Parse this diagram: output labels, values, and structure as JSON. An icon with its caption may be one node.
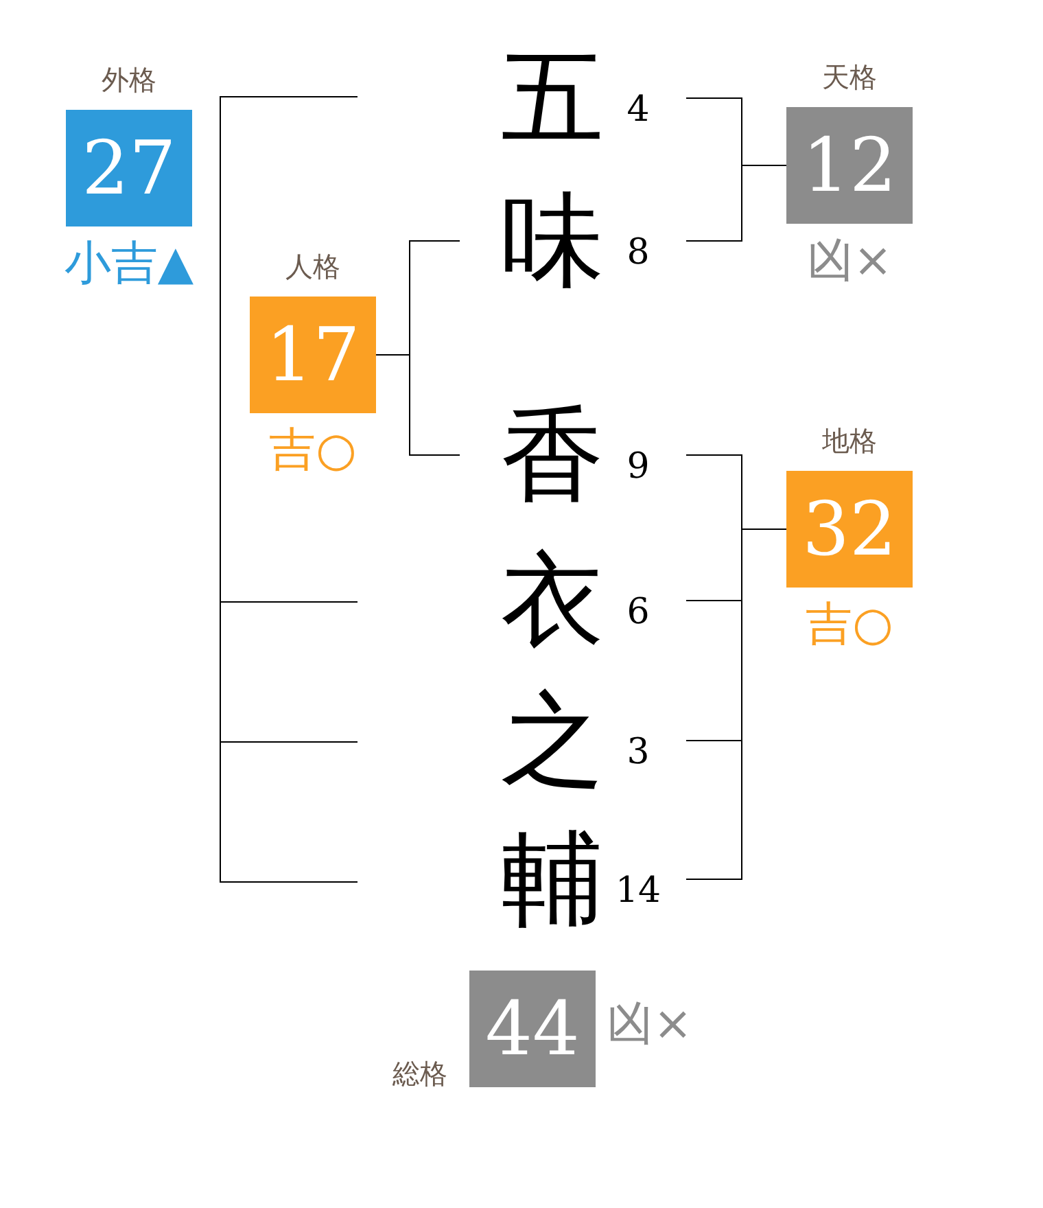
{
  "diagram": {
    "nodes": [
      {
        "text": [
          "外格",
          "27"
        ],
        "beside": [
          "小吉▲"
        ]
      },
      {
        "text": [
          "五"
        ],
        "beside": [
          "4"
        ]
      },
      {
        "text": [
          "天格",
          "12"
        ],
        "beside": [
          "凶×"
        ]
      },
      {
        "text": [
          "味"
        ],
        "beside": [
          "8"
        ]
      },
      {
        "text": [
          "人格",
          "17"
        ],
        "beside": [
          "吉○"
        ]
      },
      {
        "text": [
          "香"
        ],
        "beside": [
          "9"
        ]
      },
      {
        "text": [
          "地格",
          "32"
        ],
        "beside": [
          "吉○"
        ]
      },
      {
        "text": [
          "衣"
        ],
        "beside": [
          "6"
        ]
      },
      {
        "text": [
          "之"
        ],
        "beside": [
          "3"
        ]
      },
      {
        "text": [
          "輔"
        ],
        "beside": [
          "14"
        ]
      },
      {
        "text": [
          "総格",
          "44"
        ],
        "beside": [
          "凶×"
        ]
      }
    ],
    "edges": [
      {
        "from": 1,
        "to": 2,
        "arrow": "none"
      },
      {
        "from": 3,
        "to": 2,
        "arrow": "none"
      },
      {
        "from": 3,
        "to": 4,
        "arrow": "none"
      },
      {
        "from": 5,
        "to": 4,
        "arrow": "none"
      },
      {
        "from": 5,
        "to": 6,
        "arrow": "none"
      },
      {
        "from": 7,
        "to": 6,
        "arrow": "none"
      },
      {
        "from": 8,
        "to": 6,
        "arrow": "none"
      },
      {
        "from": 9,
        "to": 6,
        "arrow": "none"
      }
    ]
  }
}
